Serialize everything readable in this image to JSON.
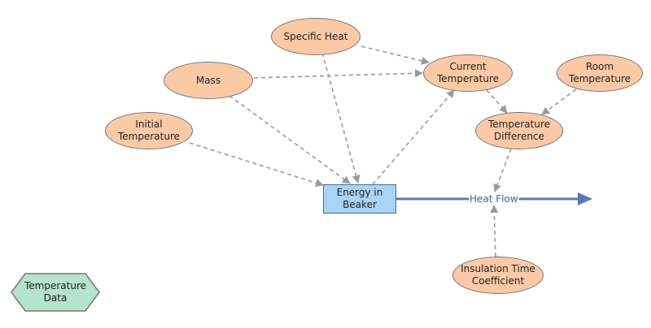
{
  "colors": {
    "variable_fill": "#fbc9a5",
    "stock_fill": "#a9d4f5",
    "converter_fill": "#b5e3cc",
    "link": "#9a9a9a",
    "flow": "#5878b0"
  },
  "variables": [
    {
      "id": "specific_heat",
      "label": "Specific Heat"
    },
    {
      "id": "mass",
      "label": "Mass"
    },
    {
      "id": "initial_temperature",
      "label": "Initial\nTemperature"
    },
    {
      "id": "current_temperature",
      "label": "Current\nTemperature"
    },
    {
      "id": "room_temperature",
      "label": "Room\nTemperature"
    },
    {
      "id": "temperature_difference",
      "label": "Temperature\nDifference"
    },
    {
      "id": "insulation_time_coefficient",
      "label": "Insulation Time\nCoefficient"
    }
  ],
  "stock": {
    "id": "energy_in_beaker",
    "label": "Energy in\nBeaker"
  },
  "flow": {
    "id": "heat_flow",
    "label": "Heat Flow"
  },
  "converter": {
    "id": "temperature_data",
    "label": "Temperature\nData"
  },
  "links": [
    [
      "specific_heat",
      "current_temperature"
    ],
    [
      "specific_heat",
      "energy_in_beaker"
    ],
    [
      "mass",
      "current_temperature"
    ],
    [
      "mass",
      "energy_in_beaker"
    ],
    [
      "initial_temperature",
      "energy_in_beaker"
    ],
    [
      "energy_in_beaker",
      "current_temperature"
    ],
    [
      "current_temperature",
      "temperature_difference"
    ],
    [
      "room_temperature",
      "temperature_difference"
    ],
    [
      "temperature_difference",
      "heat_flow"
    ],
    [
      "insulation_time_coefficient",
      "heat_flow"
    ]
  ]
}
